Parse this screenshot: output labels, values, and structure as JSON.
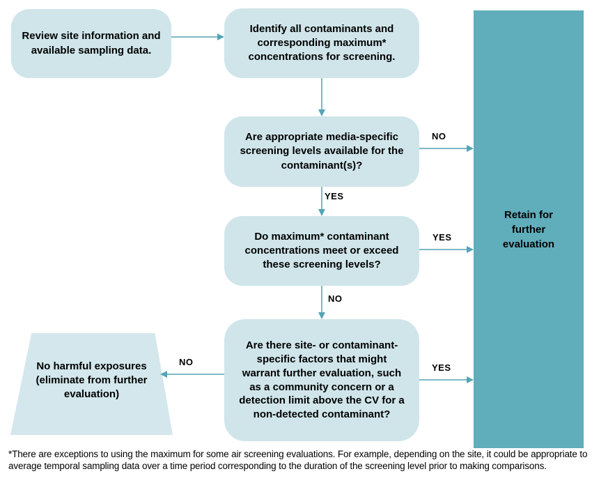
{
  "flowchart": {
    "nodes": {
      "review": "Review site information and available sampling data.",
      "identify": "Identify all contaminants and corresponding maximum* concentrations for screening.",
      "screening_levels_question": "Are appropriate media-specific screening levels available for the contaminant(s)?",
      "concentrations_question": "Do maximum* contaminant concentrations meet or exceed these screening levels?",
      "factors_question": "Are there site- or contaminant-specific factors that might warrant further evaluation, such as a community concern or a detection limit above the CV for a non-detected contaminant?",
      "no_harm_terminal": "No harmful exposures (eliminate from further evaluation)",
      "retain_terminal": "Retain for further evaluation"
    },
    "edge_labels": {
      "screening_levels_no": "NO",
      "screening_levels_yes": "YES",
      "concentrations_yes": "YES",
      "concentrations_no": "NO",
      "factors_no": "NO",
      "factors_yes": "YES"
    },
    "footnote": "*There are exceptions to using the maximum for some air screening evaluations. For example, depending on the site, it could be appropriate to average temporal sampling data over a time period corresponding to the duration of the screening level prior to making comparisons.",
    "colors": {
      "box_fill": "#cfe5ea",
      "trapezoid_fill": "#d3e7ec",
      "retain_fill": "#60adbb",
      "arrow_line": "#7db9c6",
      "arrow_head": "#55a5b5",
      "text": "#000000"
    }
  }
}
